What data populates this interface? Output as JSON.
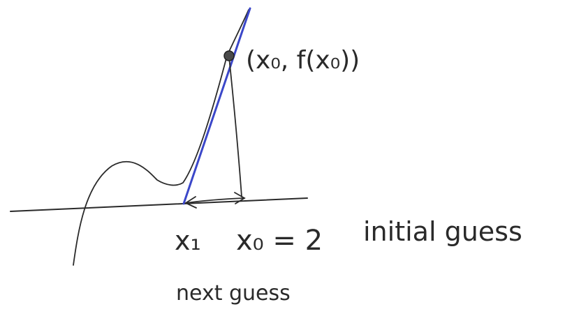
{
  "labels": {
    "point": "(x₀, f(x₀))",
    "x1": "x₁",
    "x0_eq": "x₀ = 2",
    "initial_guess": "initial guess",
    "next_guess": "next guess"
  },
  "colors": {
    "ink": "#2a2a2a",
    "tangent": "#3b47c9",
    "paper": "#ffffff"
  }
}
